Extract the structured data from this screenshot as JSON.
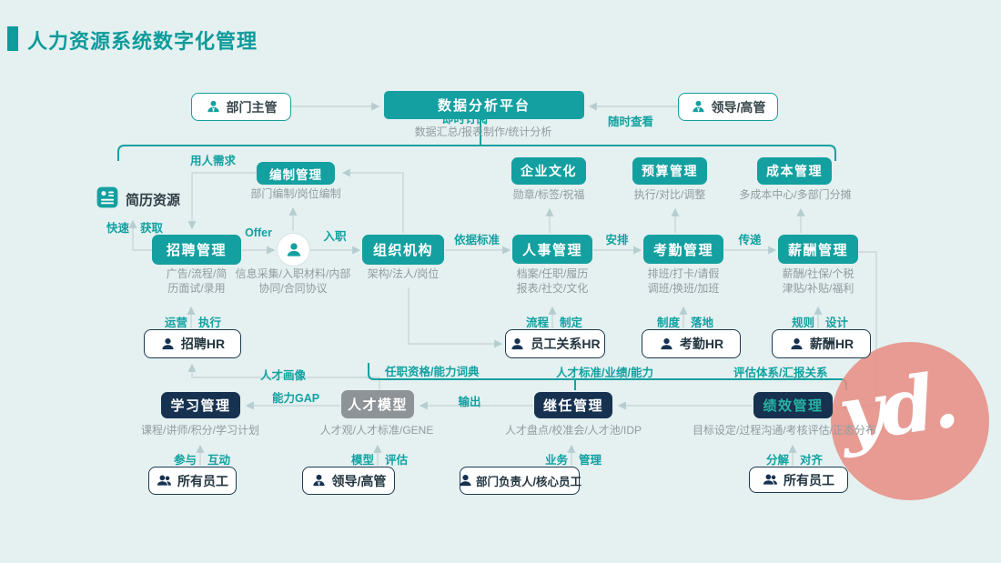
{
  "page": {
    "title": "人力资源系统数字化管理"
  },
  "colors": {
    "teal": "#14a0a0",
    "navy": "#163250",
    "gray_box": "#8e9397",
    "line": "#c8d8d9",
    "background": "#e5f0f0",
    "watermark": "#e88c83"
  },
  "platform": {
    "title": "数据分析平台",
    "subtitle": "数据汇总/报表制作/统计分析"
  },
  "top": {
    "dept_head": "部门主管",
    "subscribe_label": "即时订阅",
    "view_label": "随时查看",
    "leader": "领导/高管"
  },
  "resume": {
    "label": "简历资源",
    "fast": "快速",
    "get": "获取"
  },
  "flow": {
    "demand": "用人需求",
    "offer": "Offer",
    "onboard": "入职",
    "standard": "依据标准",
    "arrange": "安排",
    "pass": "传递",
    "portrait": "人才画像",
    "gap": "能力GAP",
    "output": "输出",
    "qualification": "任职资格/能力词典",
    "talent_standard": "人才标准/业绩/能力",
    "evaluation": "评估体系/汇报关系"
  },
  "modules": {
    "staffing": {
      "title": "编制管理",
      "sub": "部门编制/岗位编制"
    },
    "culture": {
      "title": "企业文化",
      "sub": "勋章/标签/祝福"
    },
    "budget": {
      "title": "预算管理",
      "sub": "执行/对比/调整"
    },
    "cost": {
      "title": "成本管理",
      "sub": "多成本中心/多部门分摊"
    },
    "recruit": {
      "title": "招聘管理",
      "sub": "广告/流程/简\n历面试/录用"
    },
    "onboarding_note": "信息采集/入职材料/内部\n协同/合同协议",
    "org": {
      "title": "组织机构",
      "sub": "架构/法人/岗位"
    },
    "personnel": {
      "title": "人事管理",
      "sub": "档案/任职/履历\n报表/社交/文化"
    },
    "attendance": {
      "title": "考勤管理",
      "sub": "排班/打卡/请假\n调班/换班/加班"
    },
    "salary": {
      "title": "薪酬管理",
      "sub": "薪酬/社保/个税\n津贴/补贴/福利"
    },
    "learning": {
      "title": "学习管理",
      "sub": "课程/讲师/积分/学习计划"
    },
    "talent_model": {
      "title": "人才模型",
      "sub": "人才观/人才标准/GENE"
    },
    "succession": {
      "title": "继任管理",
      "sub": "人才盘点/校准会/人才池/IDP"
    },
    "performance": {
      "title": "绩效管理",
      "sub": "目标设定/过程沟通/考核评估/正态分布"
    }
  },
  "hr_actors": {
    "recruit_hr": {
      "label": "招聘HR",
      "tag_left": "运营",
      "tag_right": "执行"
    },
    "relation_hr": {
      "label": "员工关系HR",
      "tag_left": "流程",
      "tag_right": "制定"
    },
    "attendance_hr": {
      "label": "考勤HR",
      "tag_left": "制度",
      "tag_right": "落地"
    },
    "salary_hr": {
      "label": "薪酬HR",
      "tag_left": "规则",
      "tag_right": "设计"
    }
  },
  "bottom_actors": {
    "all_staff_left": {
      "label": "所有员工",
      "tag_left": "参与",
      "tag_right": "互动"
    },
    "leaders": {
      "label": "领导/高管",
      "tag_left": "模型",
      "tag_right": "评估"
    },
    "dept_core": {
      "label": "部门负责人/核心员工",
      "tag_left": "业务",
      "tag_right": "管理"
    },
    "all_staff_right": {
      "label": "所有员工",
      "tag_left": "分解",
      "tag_right": "对齐"
    }
  },
  "watermark": {
    "text": "yd."
  }
}
